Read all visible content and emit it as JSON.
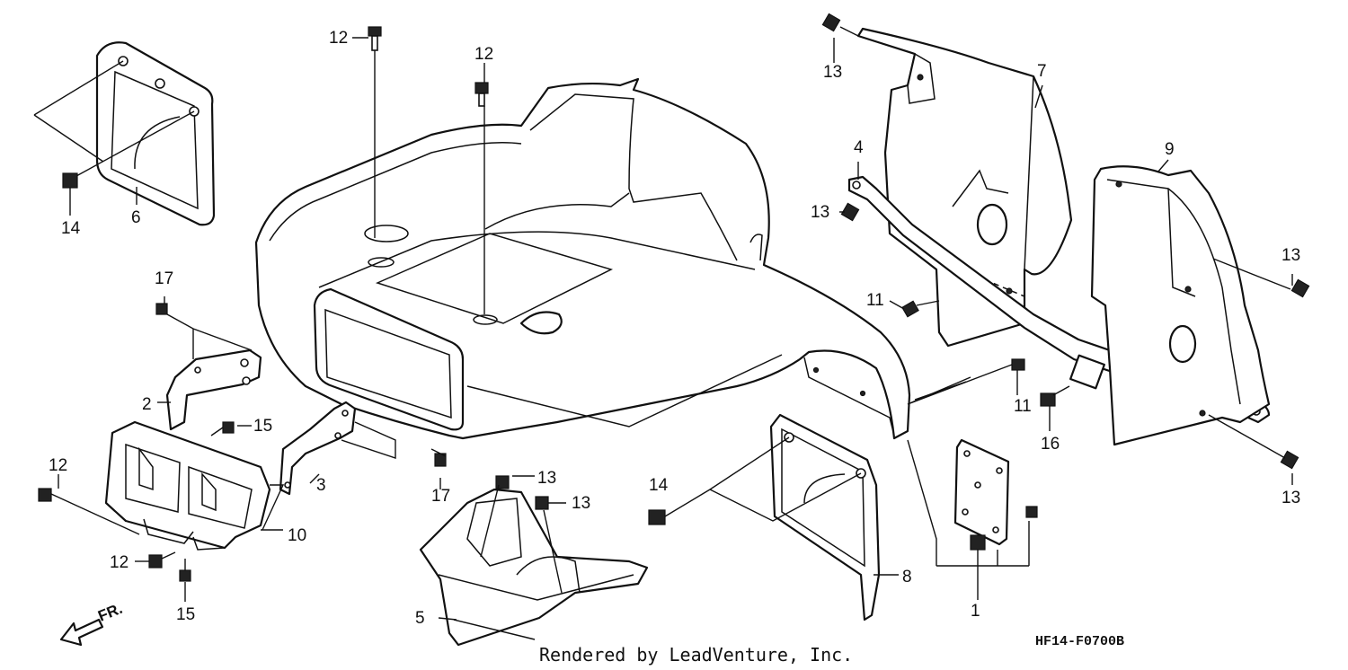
{
  "diagram": {
    "callouts": [
      {
        "id": "c1",
        "label": "1"
      },
      {
        "id": "c2",
        "label": "2"
      },
      {
        "id": "c3",
        "label": "3"
      },
      {
        "id": "c4",
        "label": "4"
      },
      {
        "id": "c5",
        "label": "5"
      },
      {
        "id": "c6",
        "label": "6"
      },
      {
        "id": "c7",
        "label": "7"
      },
      {
        "id": "c8",
        "label": "8"
      },
      {
        "id": "c9",
        "label": "9"
      },
      {
        "id": "c10",
        "label": "10"
      },
      {
        "id": "c11a",
        "label": "11"
      },
      {
        "id": "c11b",
        "label": "11"
      },
      {
        "id": "c12a",
        "label": "12"
      },
      {
        "id": "c12b",
        "label": "12"
      },
      {
        "id": "c12c",
        "label": "12"
      },
      {
        "id": "c12d",
        "label": "12"
      },
      {
        "id": "c13a",
        "label": "13"
      },
      {
        "id": "c13b",
        "label": "13"
      },
      {
        "id": "c13c",
        "label": "13"
      },
      {
        "id": "c13d",
        "label": "13"
      },
      {
        "id": "c13e",
        "label": "13"
      },
      {
        "id": "c13f",
        "label": "13"
      },
      {
        "id": "c14a",
        "label": "14"
      },
      {
        "id": "c14b",
        "label": "14"
      },
      {
        "id": "c15a",
        "label": "15"
      },
      {
        "id": "c15b",
        "label": "15"
      },
      {
        "id": "c16",
        "label": "16"
      },
      {
        "id": "c17a",
        "label": "17"
      },
      {
        "id": "c17b",
        "label": "17"
      }
    ],
    "direction_label": "FR.",
    "credit": "Rendered by LeadVenture, Inc.",
    "diagram_code": "HF14-F0700B"
  }
}
